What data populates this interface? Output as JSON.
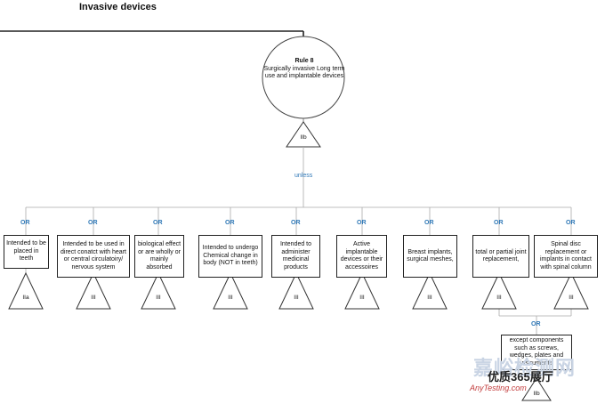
{
  "title": "Invasive devices",
  "rule": {
    "number": "Rule 8",
    "description": "Surgically invasive Long term use and implantable devices",
    "class": "IIb"
  },
  "connector": "unless",
  "or_label": "OR",
  "branches": [
    {
      "text": "Intended to be placed in teeth",
      "class": "IIa"
    },
    {
      "text": "Intended to be used in direct conatct with heart or central circulatoiry/ nervous system",
      "class": "III"
    },
    {
      "text": "biological effect or are wholly or mainly absorbed",
      "class": "III"
    },
    {
      "text": "Intended to undergo Chemical change in body (NOT in teeth)",
      "class": "III"
    },
    {
      "text": "Intended to administer medicinal products",
      "class": "III"
    },
    {
      "text": "Active implantable devices or their accessoires",
      "class": "III"
    },
    {
      "text": "Breast implants, surgical meshes,",
      "class": "III"
    },
    {
      "text": "total or partial joint replacement,",
      "class": "III"
    },
    {
      "text": "Spinal disc replacement or implants in contact with spinal column",
      "class": "III"
    }
  ],
  "exception": {
    "text": "except components such as screws, wedges, plates and instruments",
    "class": "IIb"
  },
  "watermark": {
    "line1": "嘉峪检测网",
    "line2": "优质365展厅",
    "line3": "AnyTesting.com"
  }
}
